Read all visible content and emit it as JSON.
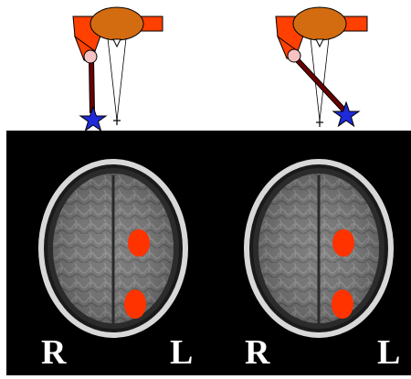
{
  "colors": {
    "background_top": "#ffffff",
    "mri_background": "#000000",
    "arm_orange": "#ff4000",
    "head_brown": "#d36c10",
    "joint_pink": "#f7c2c2",
    "forearm_dark": "#6b0000",
    "star_blue": "#1f2ad8",
    "activation_red": "#ff3300"
  },
  "scenes": [
    {
      "id": "straight-reach",
      "side_labels": {
        "right": "R",
        "left": "L"
      },
      "activations": 2
    },
    {
      "id": "angled-reach",
      "side_labels": {
        "right": "R",
        "left": "L"
      },
      "activations": 2
    }
  ],
  "icons": [
    "head-icon",
    "arm-icon",
    "star-target-icon",
    "fixation-cross-icon",
    "brain-scan-icon"
  ]
}
